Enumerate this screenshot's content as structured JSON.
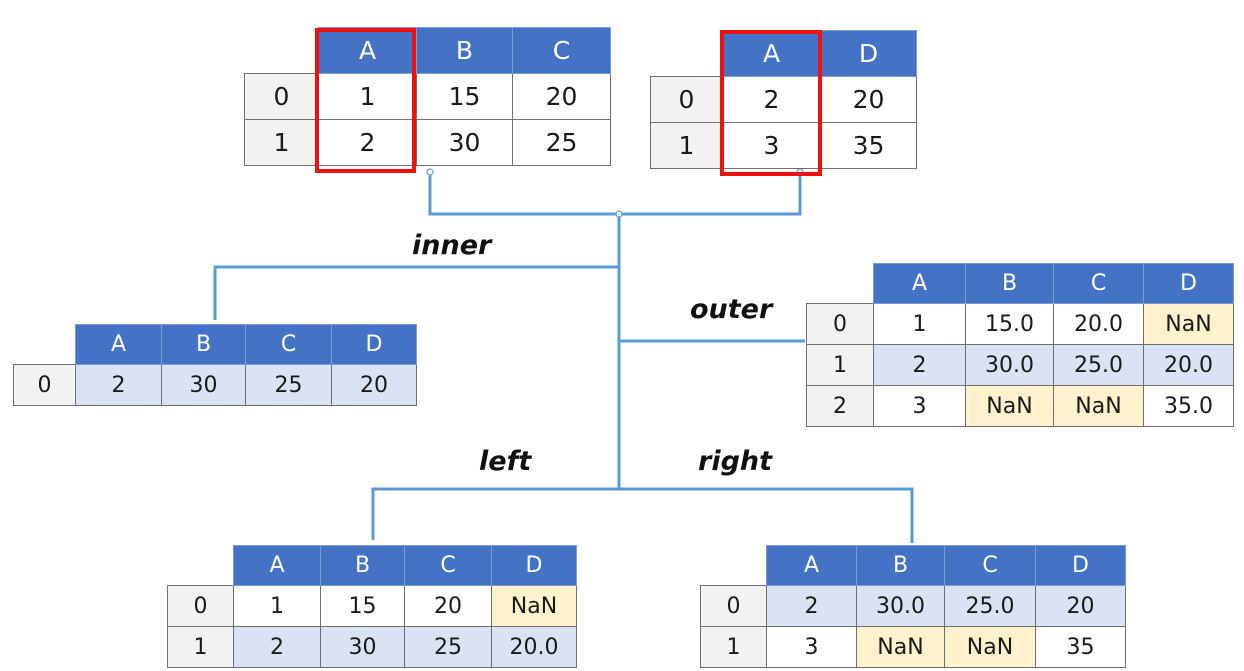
{
  "source_tables": {
    "left_df": {
      "columns": [
        "A",
        "B",
        "C"
      ],
      "rows": [
        {
          "index": "0",
          "cells": [
            "1",
            "15",
            "20"
          ]
        },
        {
          "index": "1",
          "cells": [
            "2",
            "30",
            "25"
          ]
        }
      ]
    },
    "right_df": {
      "columns": [
        "A",
        "D"
      ],
      "rows": [
        {
          "index": "0",
          "cells": [
            "2",
            "20"
          ]
        },
        {
          "index": "1",
          "cells": [
            "3",
            "35"
          ]
        }
      ]
    }
  },
  "merge_results": {
    "inner": {
      "label": "inner",
      "columns": [
        "A",
        "B",
        "C",
        "D"
      ],
      "rows": [
        {
          "index": "0",
          "cells": [
            "2",
            "30",
            "25",
            "20"
          ]
        }
      ]
    },
    "outer": {
      "label": "outer",
      "columns": [
        "A",
        "B",
        "C",
        "D"
      ],
      "rows": [
        {
          "index": "0",
          "cells": [
            "1",
            "15.0",
            "20.0",
            "NaN"
          ]
        },
        {
          "index": "1",
          "cells": [
            "2",
            "30.0",
            "25.0",
            "20.0"
          ]
        },
        {
          "index": "2",
          "cells": [
            "3",
            "NaN",
            "NaN",
            "35.0"
          ]
        }
      ]
    },
    "left": {
      "label": "left",
      "columns": [
        "A",
        "B",
        "C",
        "D"
      ],
      "rows": [
        {
          "index": "0",
          "cells": [
            "1",
            "15",
            "20",
            "NaN"
          ]
        },
        {
          "index": "1",
          "cells": [
            "2",
            "30",
            "25",
            "20.0"
          ]
        }
      ]
    },
    "right": {
      "label": "right",
      "columns": [
        "A",
        "B",
        "C",
        "D"
      ],
      "rows": [
        {
          "index": "0",
          "cells": [
            "2",
            "30.0",
            "25.0",
            "20"
          ]
        },
        {
          "index": "1",
          "cells": [
            "3",
            "NaN",
            "NaN",
            "35"
          ]
        }
      ]
    }
  },
  "colors": {
    "header": "#4472c4",
    "matched_row": "#dae3f3",
    "nan_cell": "#fff2cc",
    "key_highlight": "#ee1111",
    "connector": "#5b9bd5"
  }
}
